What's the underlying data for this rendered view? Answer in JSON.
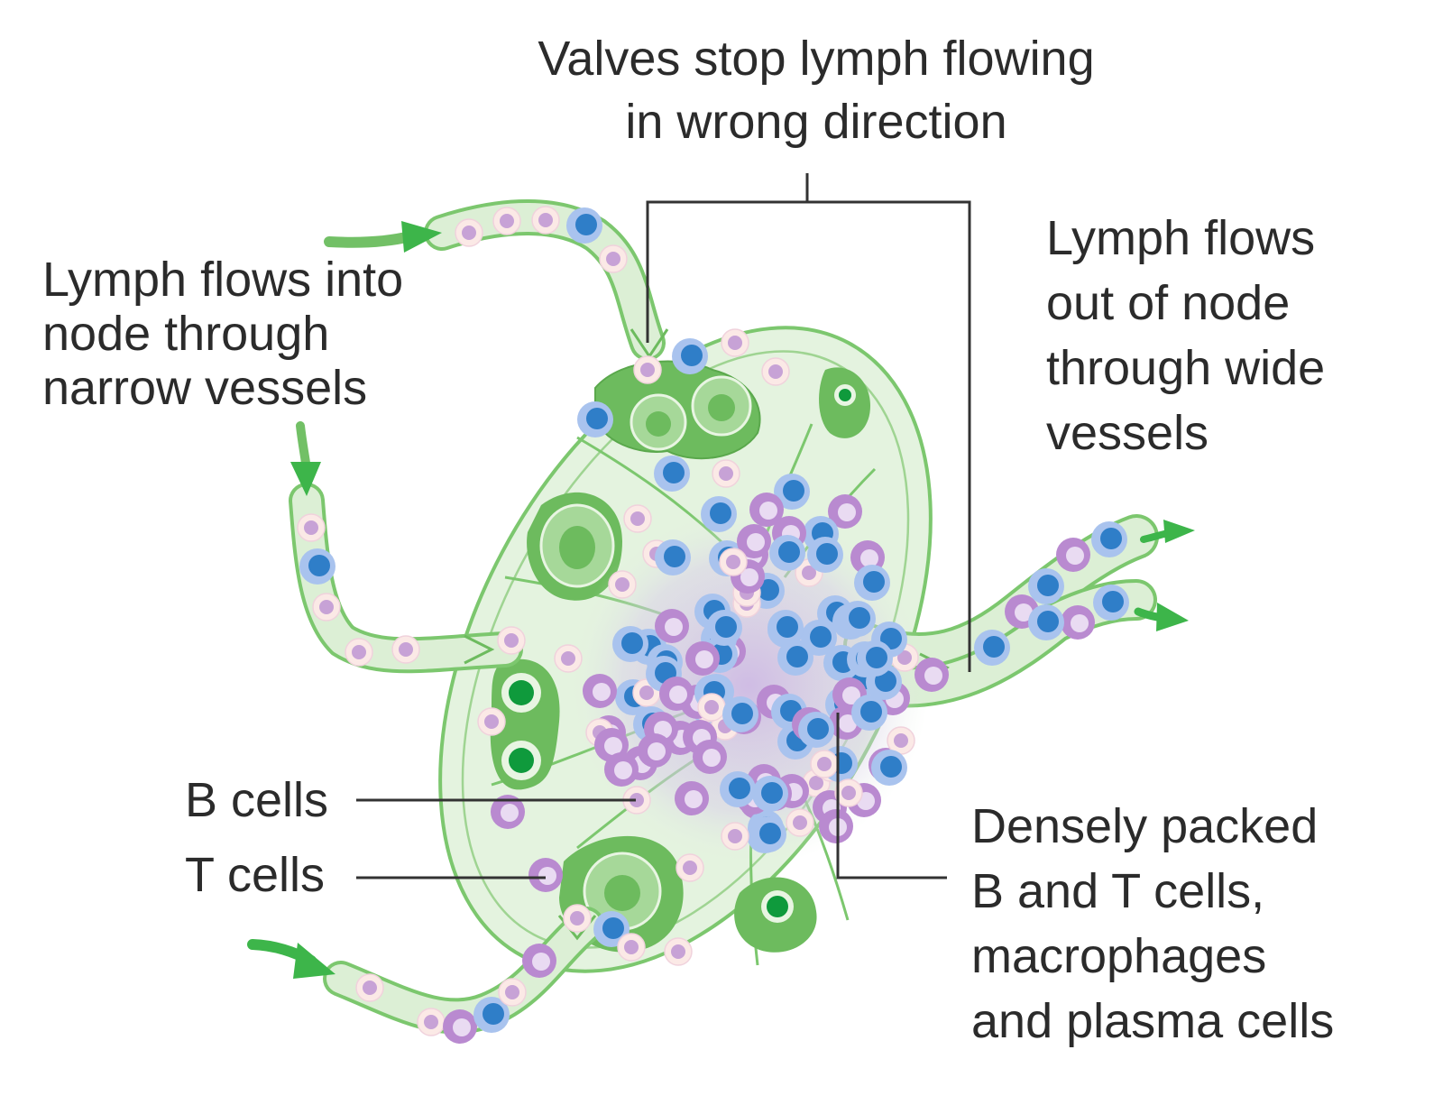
{
  "labels": {
    "valves": [
      "Valves stop lymph flowing",
      "in wrong direction"
    ],
    "lymph_in": [
      "Lymph flows into",
      "node through",
      "narrow vessels"
    ],
    "lymph_out": [
      "Lymph flows",
      "out of node",
      "through wide",
      "vessels"
    ],
    "b_cells": "B cells",
    "t_cells": "T cells",
    "dense": [
      "Densely packed",
      "B and T cells,",
      "macrophages",
      "and plasma cells"
    ]
  },
  "colors": {
    "background": "#ffffff",
    "text": "#2b2b2b",
    "leader_line": "#333333",
    "node_fill": "#e4f3df",
    "node_outline": "#7cc76e",
    "follicle_dark": "#6dbb5e",
    "follicle_mid": "#a6d899",
    "follicle_center": "#0f9a3c",
    "vessel_fill": "#dcefd5",
    "arrow": "#3db54a",
    "t_cell": "#2f7ec8",
    "t_cell_halo": "#a9c3ee",
    "b_cell": "#c7a2d6",
    "b_cell_halo": "#fbe9e6",
    "plasma_cell": "#b98ad0"
  }
}
